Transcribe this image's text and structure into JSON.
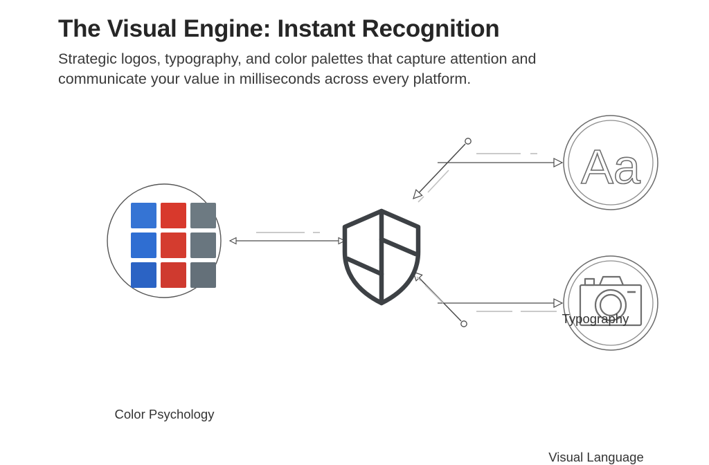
{
  "header": {
    "title": "The Visual Engine: Instant Recognition",
    "subtitle": "Strategic logos, typography, and color palettes that capture attention and communicate your value in milliseconds across every platform."
  },
  "diagram": {
    "center_node": {
      "name": "shield-icon",
      "label": ""
    },
    "nodes": [
      {
        "id": "color-psychology",
        "label": "Color Psychology",
        "icon": "color-grid-icon",
        "position": "left"
      },
      {
        "id": "typography",
        "label": "Typography",
        "icon": "typography-aa-icon",
        "glyph": "Aa",
        "position": "top-right"
      },
      {
        "id": "visual-language",
        "label": "Visual Language",
        "icon": "camera-icon",
        "position": "bottom-right"
      }
    ],
    "connectors": [
      {
        "id": "color-to-shield",
        "type": "double-headed-arrow"
      },
      {
        "id": "shield-to-typography",
        "type": "arrow-right"
      },
      {
        "id": "shield-to-visual-language",
        "type": "arrow-right"
      },
      {
        "id": "pointer-top",
        "type": "diagonal-arrow-with-dot"
      },
      {
        "id": "pointer-bottom",
        "type": "diagonal-arrow-with-dot"
      }
    ],
    "palette_swatches": [
      [
        "#3574d4",
        "#d8392c",
        "#6d7a82"
      ],
      [
        "#2f6ed2",
        "#d43c2f",
        "#69767f"
      ],
      [
        "#2b63c4",
        "#cf3a2f",
        "#647079"
      ]
    ]
  },
  "colors": {
    "background": "#ffffff",
    "title_text": "#262626",
    "body_text": "#3a3a3a",
    "label_text": "#333333",
    "line": "#555555",
    "line_light": "#9a9a9a",
    "shield_stroke": "#3d4145",
    "blue": "#3574d4",
    "red": "#d8392c",
    "gray": "#6d7a82"
  }
}
